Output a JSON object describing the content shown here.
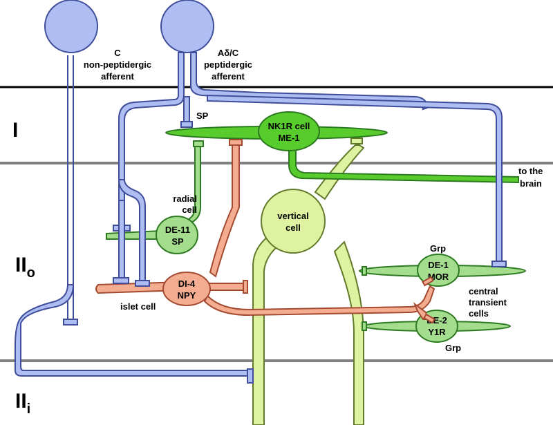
{
  "layers": {
    "lamina_1": "I",
    "lamina_2o_main": "II",
    "lamina_2o_sub": "o",
    "lamina_2i_main": "II",
    "lamina_2i_sub": "i"
  },
  "afferents": {
    "c_line1": "C",
    "c_line2": "non-peptidergic",
    "c_line3": "afferent",
    "ad_line1": "Aδ/C",
    "ad_line2": "peptidergic",
    "ad_line3": "afferent",
    "sp_label": "SP"
  },
  "cells": {
    "nk1r_line1": "NK1R cell",
    "nk1r_line2": "ME-1",
    "to_brain_line1": "to the",
    "to_brain_line2": "brain",
    "radial_line1": "radial",
    "radial_line2": "cell",
    "de11_line1": "DE-11",
    "de11_line2": "SP",
    "vertical_line1": "vertical",
    "vertical_line2": "cell",
    "islet_label": "islet cell",
    "di4_line1": "DI-4",
    "di4_line2": "NPY",
    "de1_line1": "DE-1",
    "de1_line2": "MOR",
    "de1_grp": "Grp",
    "de2_line1": "DE-2",
    "de2_line2": "Y1R",
    "de2_grp": "Grp",
    "central_line1": "central",
    "central_line2": "transient",
    "central_line3": "cells"
  },
  "colors": {
    "afferent_fill": "#aebef2",
    "afferent_stroke": "#3f4d9a",
    "nk1r_fill": "#58cc2c",
    "excitatory_fill": "#a5dd8f",
    "vertical_fill": "#dff2a2",
    "islet_fill": "#f5ad92",
    "boundary_black": "#000000",
    "boundary_gray": "#808080"
  }
}
